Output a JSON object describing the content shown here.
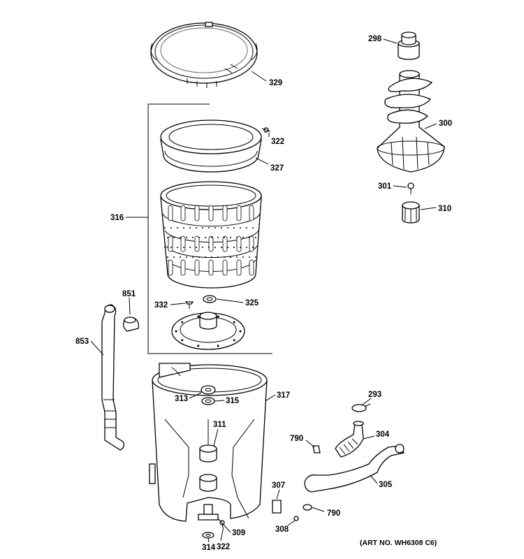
{
  "diagram": {
    "labels": {
      "p298": "298",
      "p329": "329",
      "p300": "300",
      "p322a": "322",
      "p327": "327",
      "p301": "301",
      "p310": "310",
      "p316": "316",
      "p851": "851",
      "p332": "332",
      "p325": "325",
      "p853": "853",
      "p317": "317",
      "p313": "313",
      "p315": "315",
      "p293": "293",
      "p311": "311",
      "p790a": "790",
      "p304": "304",
      "p307": "307",
      "p305": "305",
      "p790b": "790",
      "p308": "308",
      "p314": "314",
      "p309": "309",
      "p322b": "322"
    },
    "art_number": "(ART NO. WH6308 C6)"
  }
}
